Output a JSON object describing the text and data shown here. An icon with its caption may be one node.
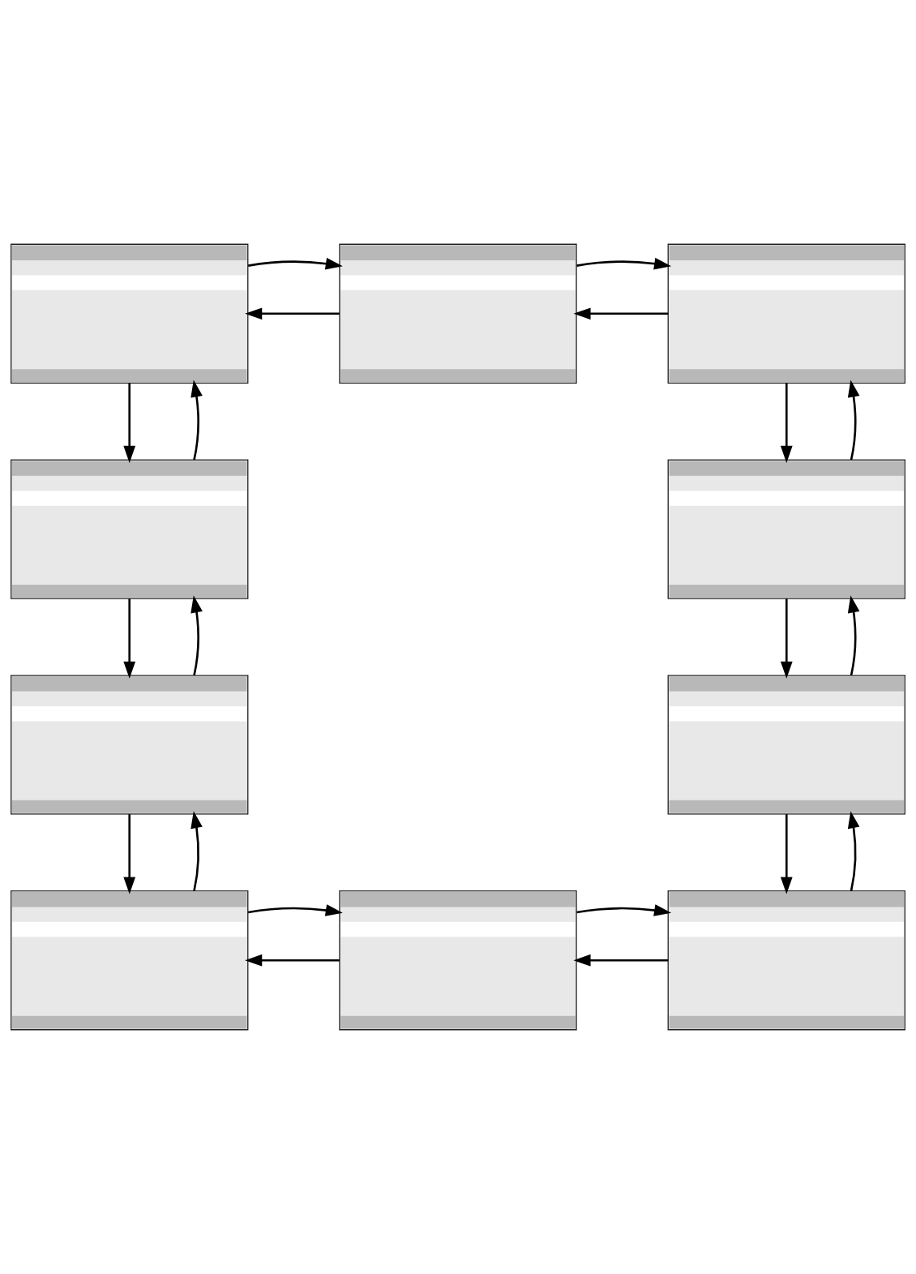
{
  "diagram": {
    "nodes": [
      {
        "text": [],
        "shape": "picture"
      },
      {
        "text": [],
        "shape": "picture"
      },
      {
        "text": [],
        "shape": "picture"
      },
      {
        "text": [],
        "shape": "picture"
      },
      {
        "text": [],
        "shape": "picture"
      },
      {
        "text": [],
        "shape": "picture"
      },
      {
        "text": [],
        "shape": "picture"
      },
      {
        "text": [],
        "shape": "picture"
      },
      {
        "text": [],
        "shape": "picture"
      },
      {
        "text": [],
        "shape": "picture"
      }
    ],
    "edges": [
      {
        "from": 1,
        "to": 0,
        "arrow": "to"
      },
      {
        "from": 0,
        "to": 1,
        "arrow": "to"
      },
      {
        "from": 2,
        "to": 1,
        "arrow": "to"
      },
      {
        "from": 1,
        "to": 2,
        "arrow": "to"
      },
      {
        "from": 0,
        "to": 3,
        "arrow": "to"
      },
      {
        "from": 3,
        "to": 0,
        "arrow": "to"
      },
      {
        "from": 2,
        "to": 4,
        "arrow": "to"
      },
      {
        "from": 4,
        "to": 2,
        "arrow": "to"
      },
      {
        "from": 3,
        "to": 5,
        "arrow": "to"
      },
      {
        "from": 5,
        "to": 3,
        "arrow": "to"
      },
      {
        "from": 4,
        "to": 6,
        "arrow": "to"
      },
      {
        "from": 6,
        "to": 4,
        "arrow": "to"
      },
      {
        "from": 5,
        "to": 7,
        "arrow": "to"
      },
      {
        "from": 7,
        "to": 5,
        "arrow": "to"
      },
      {
        "from": 6,
        "to": 9,
        "arrow": "to"
      },
      {
        "from": 9,
        "to": 6,
        "arrow": "to"
      },
      {
        "from": 8,
        "to": 7,
        "arrow": "to"
      },
      {
        "from": 7,
        "to": 8,
        "arrow": "to"
      },
      {
        "from": 9,
        "to": 8,
        "arrow": "to"
      },
      {
        "from": 8,
        "to": 9,
        "arrow": "to"
      }
    ]
  }
}
